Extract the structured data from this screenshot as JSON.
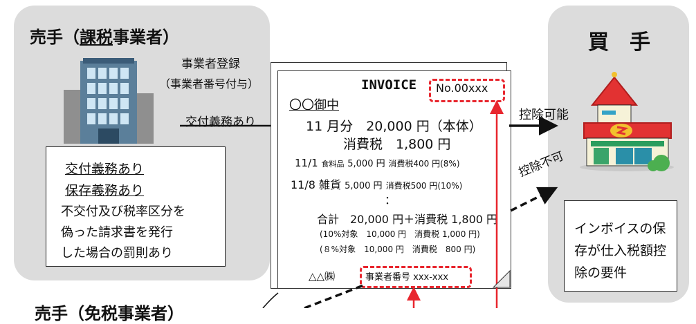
{
  "seller": {
    "title_prefix": "売手（",
    "title_underlined": "課税",
    "title_suffix": "事業者）",
    "registration_label": "事業者登録",
    "registration_sub": "（事業者番号付与）",
    "issue_label": "交付義務あり",
    "obligations": {
      "line1": "交付義務あり",
      "line2": "保存義務あり",
      "line3": "不交付及び税率区分を",
      "line4": "偽った請求書を発行",
      "line5": "した場合の罰則あり"
    },
    "bottom_title": "売手（免税事業者）"
  },
  "invoice": {
    "title": "INVOICE",
    "number": "No.00xxx",
    "addressee": "〇〇御中",
    "month_line": "11 月分　20,000 円（本体）",
    "tax_line": "消費税　1,800 円",
    "item1": {
      "date": "11/1",
      "item": "食料品",
      "amount": "5,000 円",
      "tax": "消費税400 円(8%)"
    },
    "item2": {
      "date": "11/8",
      "item": "雑貨",
      "amount": "5,000 円",
      "tax": "消費税500 円(10%)"
    },
    "ellipsis": "：",
    "total_line": "合計　20,000 円＋消費税 1,800 円",
    "breakdown1": "(10%対象　10,000 円　消費税 1,000 円)",
    "breakdown2": "(８%対象　10,000 円　消費税　800 円)",
    "issuer": "△△㈱",
    "registration_no": "事業者番号 xxx-xxx"
  },
  "buyer": {
    "title": "買　手",
    "deductible": "控除可能",
    "not_deductible": "控除不可",
    "requirement_line1": "インボイスの保",
    "requirement_line2": "存が仕入税額控",
    "requirement_line3": "除の要件"
  },
  "colors": {
    "panel": "#dcdcdc",
    "red": "#e8262e",
    "black": "#111111"
  },
  "icons": {
    "seller": "office-building-icon",
    "buyer": "store-icon"
  }
}
